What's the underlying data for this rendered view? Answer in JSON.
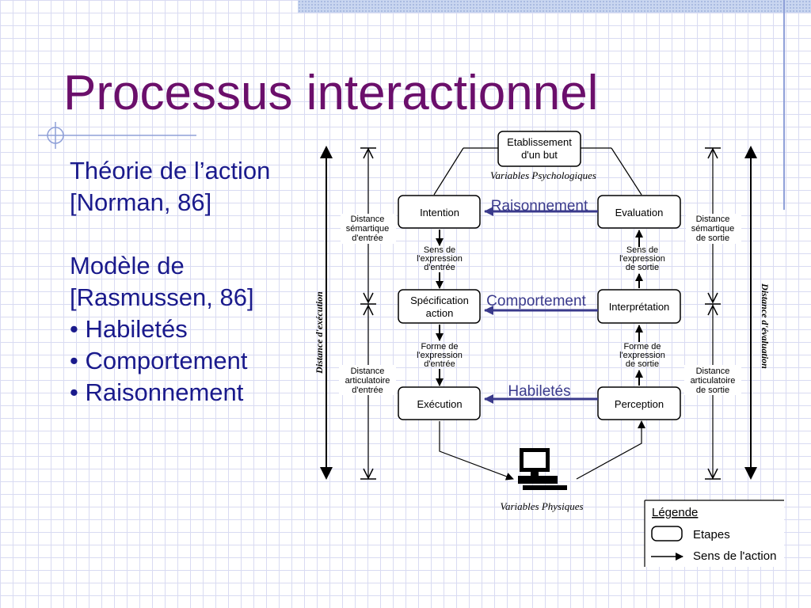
{
  "slide": {
    "title": "Processus interactionnel",
    "body": {
      "line1": "Théorie de l’action",
      "line2": "[Norman, 86]",
      "line3": "Modèle de",
      "line4": "[Rasmussen, 86]",
      "bullet1": "• Habiletés",
      "bullet2": "• Comportement",
      "bullet3": "• Raisonnement"
    }
  },
  "diagram": {
    "goal_line1": "Etablissement",
    "goal_line2": "d'un but",
    "variables_psy": "Variables Psychologiques",
    "variables_phys": "Variables Physiques",
    "intention": "Intention",
    "evaluation": "Evaluation",
    "specification_line1": "Spécification",
    "specification_line2": "action",
    "interpretation": "Interprétation",
    "execution": "Exécution",
    "perception": "Perception",
    "link_raisonnement": "Raisonnement",
    "link_comportement": "Comportement",
    "link_habiletes": "Habiletés",
    "sens_entree": [
      "Sens de",
      "l'expression",
      "d'entrée"
    ],
    "sens_sortie": [
      "Sens de",
      "l'expression",
      "de sortie"
    ],
    "forme_entree": [
      "Forme de",
      "l'expression",
      "d'entrée"
    ],
    "forme_sortie": [
      "Forme de",
      "l'expression",
      "de sortie"
    ],
    "dist_sem_entree": [
      "Distance",
      "sémartique",
      "d'entrée"
    ],
    "dist_art_entree": [
      "Distance",
      "articulatoire",
      "d'entrée"
    ],
    "dist_sem_sortie": [
      "Distance",
      "sémartique",
      "de sortie"
    ],
    "dist_art_sortie": [
      "Distance",
      "articulatoire",
      "de sortie"
    ],
    "distance_execution": "Distance d'exécution",
    "distance_evaluation": "Distance d'évaluation"
  },
  "legend": {
    "title": "Légende",
    "etapes": "Etapes",
    "sens": "Sens de l'action"
  },
  "colors": {
    "title": "#6b0f6b",
    "body": "#1a1a8c",
    "link": "#3a3a8c",
    "grid": "#d9dbf2"
  }
}
